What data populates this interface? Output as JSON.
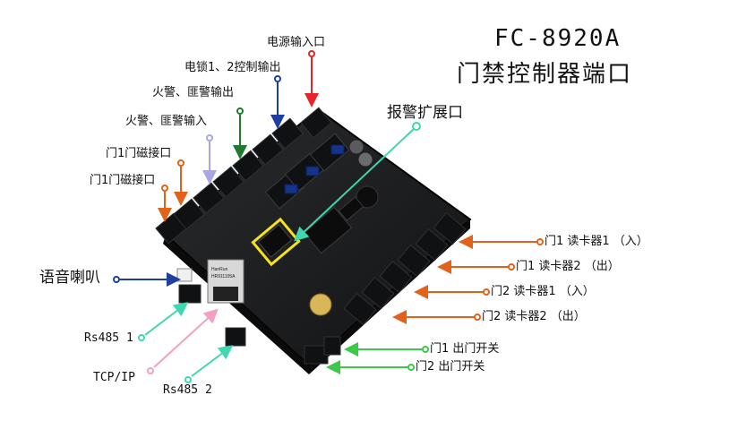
{
  "title": {
    "model": "FC-8920A",
    "subtitle": "门禁控制器端口"
  },
  "labels": {
    "power_input": "电源输入口",
    "lock_output": "电锁1、2控制输出",
    "alarm_output": "火警、匪警输出",
    "alarm_input": "火警、匪警输入",
    "door1_magnet_a": "门1门磁接口",
    "door1_magnet_b": "门1门磁接口",
    "alarm_ext": "报警扩展口",
    "speaker": "语音喇叭",
    "rs485_1": "Rs485 1",
    "tcpip": "TCP/IP",
    "rs485_2": "Rs485 2",
    "door1_reader1": "门1 读卡器1 （入）",
    "door1_reader2": "门1 读卡器2 （出）",
    "door2_reader1": "门2 读卡器1 （入）",
    "door2_reader2": "门2 读卡器2 （出）",
    "door1_exit": "门1 出门开关",
    "door2_exit": "门2 出门开关"
  },
  "board": {
    "ethernet_brand": "HanRun",
    "ethernet_part": "HR911105A"
  },
  "colors": {
    "red": "#e8242a",
    "navy": "#1f3f9e",
    "green": "#1f7a2e",
    "lavender": "#a9a6e6",
    "orange": "#e0621b",
    "teal": "#3fd6b0",
    "pink": "#f2a0c4",
    "lime": "#3cc94a",
    "yellow": "#f5e21a",
    "board": "#1b1c1e",
    "terminal": "#101113"
  }
}
